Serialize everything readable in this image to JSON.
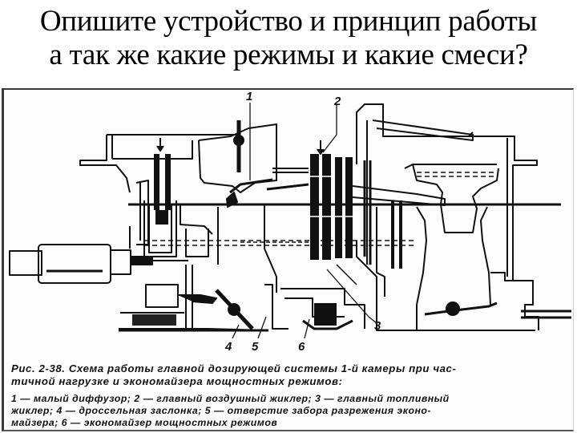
{
  "slide": {
    "title_line1": "Опишите устройство и принцип работы",
    "title_line2": "а так же какие режимы и какие смеси?"
  },
  "figure": {
    "callouts": {
      "c1": "1",
      "c2": "2",
      "c3": "3",
      "c4": "4",
      "c5": "5",
      "c6": "6"
    },
    "caption": {
      "title_line1": "Рис. 2-38. Схема работы главной дозирующей системы 1-й камеры при час-",
      "title_line2": "тичной нагрузке и экономайзера мощностных режимов:",
      "legend_line1": "1 — малый диффузор; 2 — главный воздушный жиклер; 3 — главный топливный",
      "legend_line2": "жиклер; 4 — дроссельная заслонка; 5 — отверстие забора разрежения эконо-",
      "legend_line3": "майзера; 6 — экономайзер мощностных режимов"
    },
    "legend_items": [
      {
        "number": "1",
        "label": "малый диффузор"
      },
      {
        "number": "2",
        "label": "главный воздушный жиклер"
      },
      {
        "number": "3",
        "label": "главный топливный жиклер"
      },
      {
        "number": "4",
        "label": "дроссельная заслонка"
      },
      {
        "number": "5",
        "label": "отверстие забора разрежения экономайзера"
      },
      {
        "number": "6",
        "label": "экономайзер мощностных режимов"
      }
    ]
  },
  "colors": {
    "ink": "#111111",
    "background": "#ffffff",
    "frame": "#3a3a3a"
  }
}
